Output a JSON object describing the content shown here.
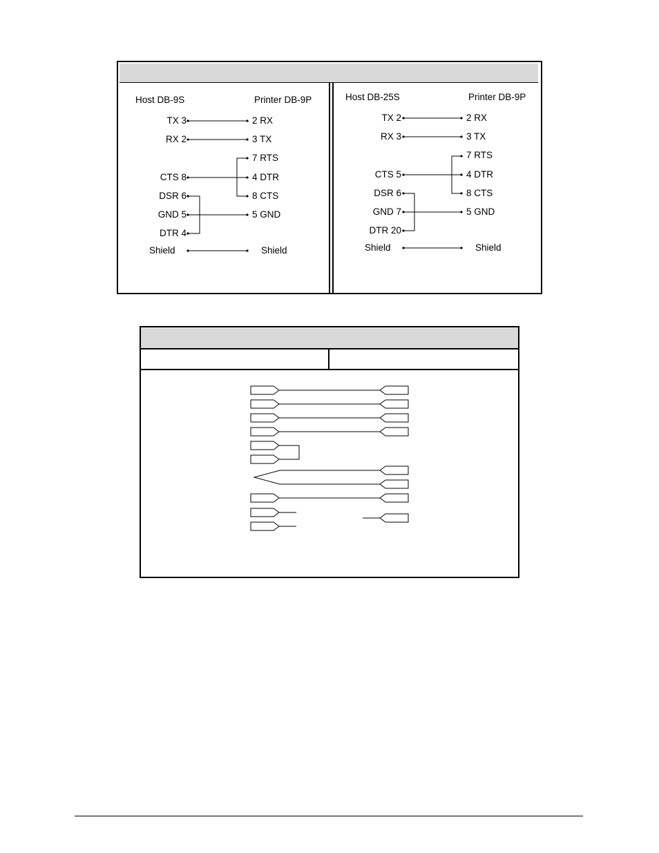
{
  "figure1": {
    "header_text": "",
    "left": {
      "host_title": "Host DB-9S",
      "printer_title": "Printer DB-9P",
      "host_pins": [
        "TX  3",
        "RX  2",
        "CTS  8",
        "DSR  6",
        "GND  5",
        "DTR  4"
      ],
      "printer_pins": [
        "2  RX",
        "3  TX",
        "7  RTS",
        "4  DTR",
        "8  CTS",
        "5  GND"
      ],
      "shield_host": "Shield",
      "shield_printer": "Shield"
    },
    "right": {
      "host_title": "Host DB-25S",
      "printer_title": "Printer DB-9P",
      "host_pins": [
        "TX  2",
        "RX  3",
        "CTS  5",
        "DSR  6",
        "GND  7",
        "DTR 20"
      ],
      "printer_pins": [
        "2  RX",
        "3  TX",
        "7  RTS",
        "4  DTR",
        "8  CTS",
        "5  GND"
      ],
      "shield_host": "Shield",
      "shield_printer": "Shield"
    }
  },
  "figure2": {
    "header_text": "",
    "col_left": "",
    "col_right": ""
  }
}
